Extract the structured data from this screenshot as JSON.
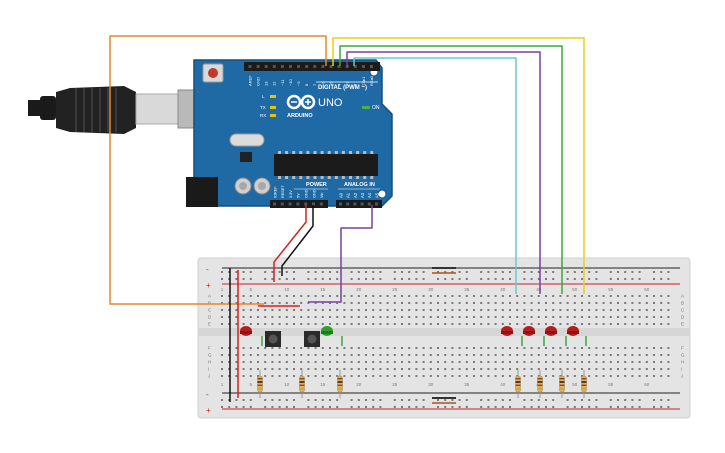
{
  "board": {
    "brand": "ARDUINO",
    "model": "UNO",
    "digital_label": "DIGITAL (PWM ~)",
    "power_label": "POWER",
    "analog_label": "ANALOG IN",
    "on_label": "ON",
    "l_label": "L",
    "tx_label": "TX",
    "rx_label": "RX",
    "digital_pins": [
      "AREF",
      "GND",
      "13",
      "12",
      "~11",
      "~10",
      "~9",
      "8",
      "7",
      "~6",
      "~5",
      "4",
      "~3",
      "2",
      "TX▸1",
      "RX◂0"
    ],
    "power_pins": [
      "IOREF",
      "RESET",
      "3.3V",
      "5V",
      "GND",
      "GND",
      "Vin"
    ],
    "analog_pins": [
      "A0",
      "A1",
      "A2",
      "A3",
      "A4",
      "A5"
    ]
  },
  "breadboard": {
    "column_numbers": [
      "1",
      "5",
      "10",
      "15",
      "20",
      "25",
      "30",
      "35",
      "40",
      "45",
      "50",
      "55",
      "60"
    ],
    "row_letters_top": [
      "A",
      "B",
      "C",
      "D",
      "E"
    ],
    "row_letters_bottom": [
      "F",
      "G",
      "H",
      "I",
      "J"
    ],
    "rail_minus": "-",
    "rail_plus": "+"
  },
  "colors": {
    "board": "#1f6aa5",
    "board_dark": "#174f7d",
    "breadboard": "#e4e4e4",
    "wire_orange": "#e38a2a",
    "wire_yellow": "#e8d21a",
    "wire_green": "#3aa83a",
    "wire_purple": "#7a3f9e",
    "wire_cyan": "#67c9d4",
    "wire_red": "#d82020",
    "wire_black": "#111111",
    "led_red": "#b81c1c",
    "led_green": "#2ea02e"
  }
}
